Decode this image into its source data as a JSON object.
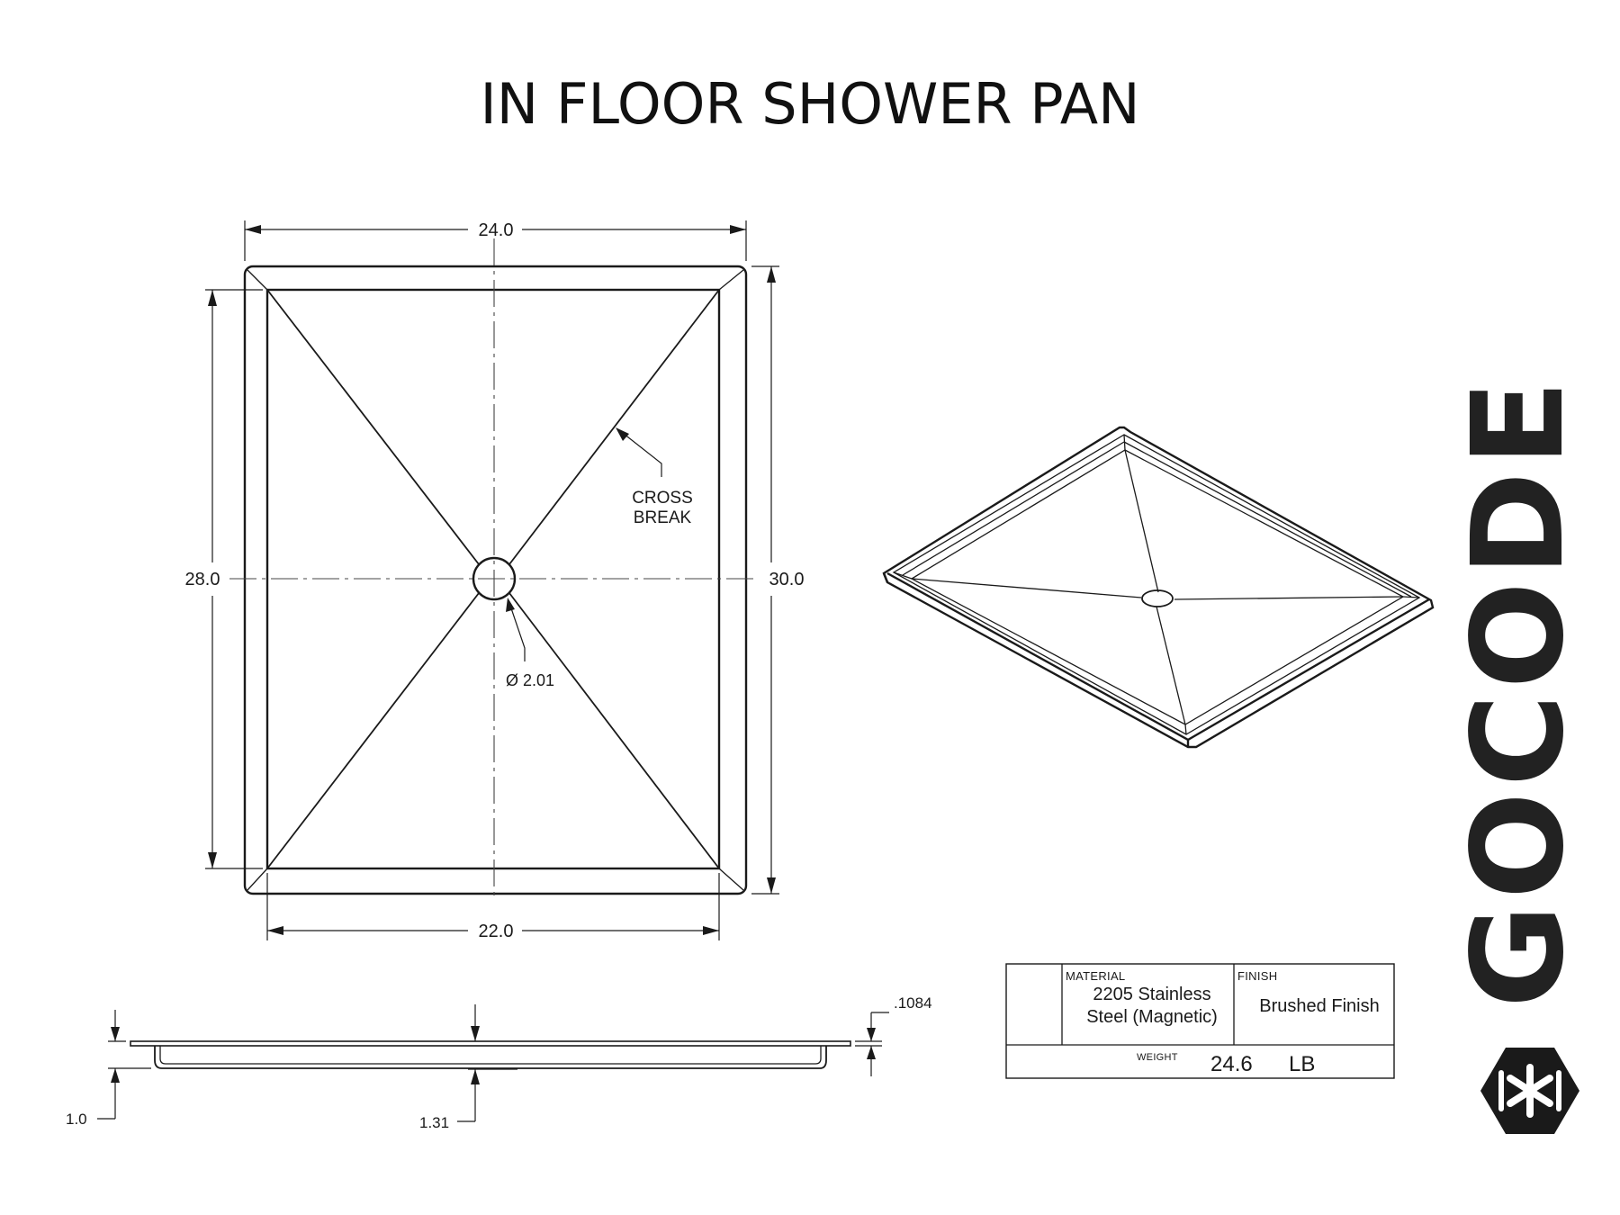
{
  "title": "IN FLOOR SHOWER PAN",
  "top_view": {
    "outer_width": "24.0",
    "inner_width": "22.0",
    "inner_height": "28.0",
    "outer_height": "30.0",
    "drain_diameter": "Ø 2.01",
    "callout_line1": "CROSS",
    "callout_line2": "BREAK"
  },
  "side_view": {
    "thickness": ".1084",
    "flange_height": "1.0",
    "depth": "1.31"
  },
  "title_block": {
    "material_label": "MATERIAL",
    "material_line1": "2205 Stainless",
    "material_line2": "Steel (Magnetic)",
    "finish_label": "FINISH",
    "finish_value": "Brushed Finish",
    "weight_label": "WEIGHT",
    "weight_value": "24.6",
    "weight_unit": "LB"
  },
  "brand": {
    "name": "GOCODE",
    "logo_icon": "hexagon-asterisk-icon"
  },
  "colors": {
    "ink": "#1a1a1a",
    "background": "#ffffff"
  }
}
